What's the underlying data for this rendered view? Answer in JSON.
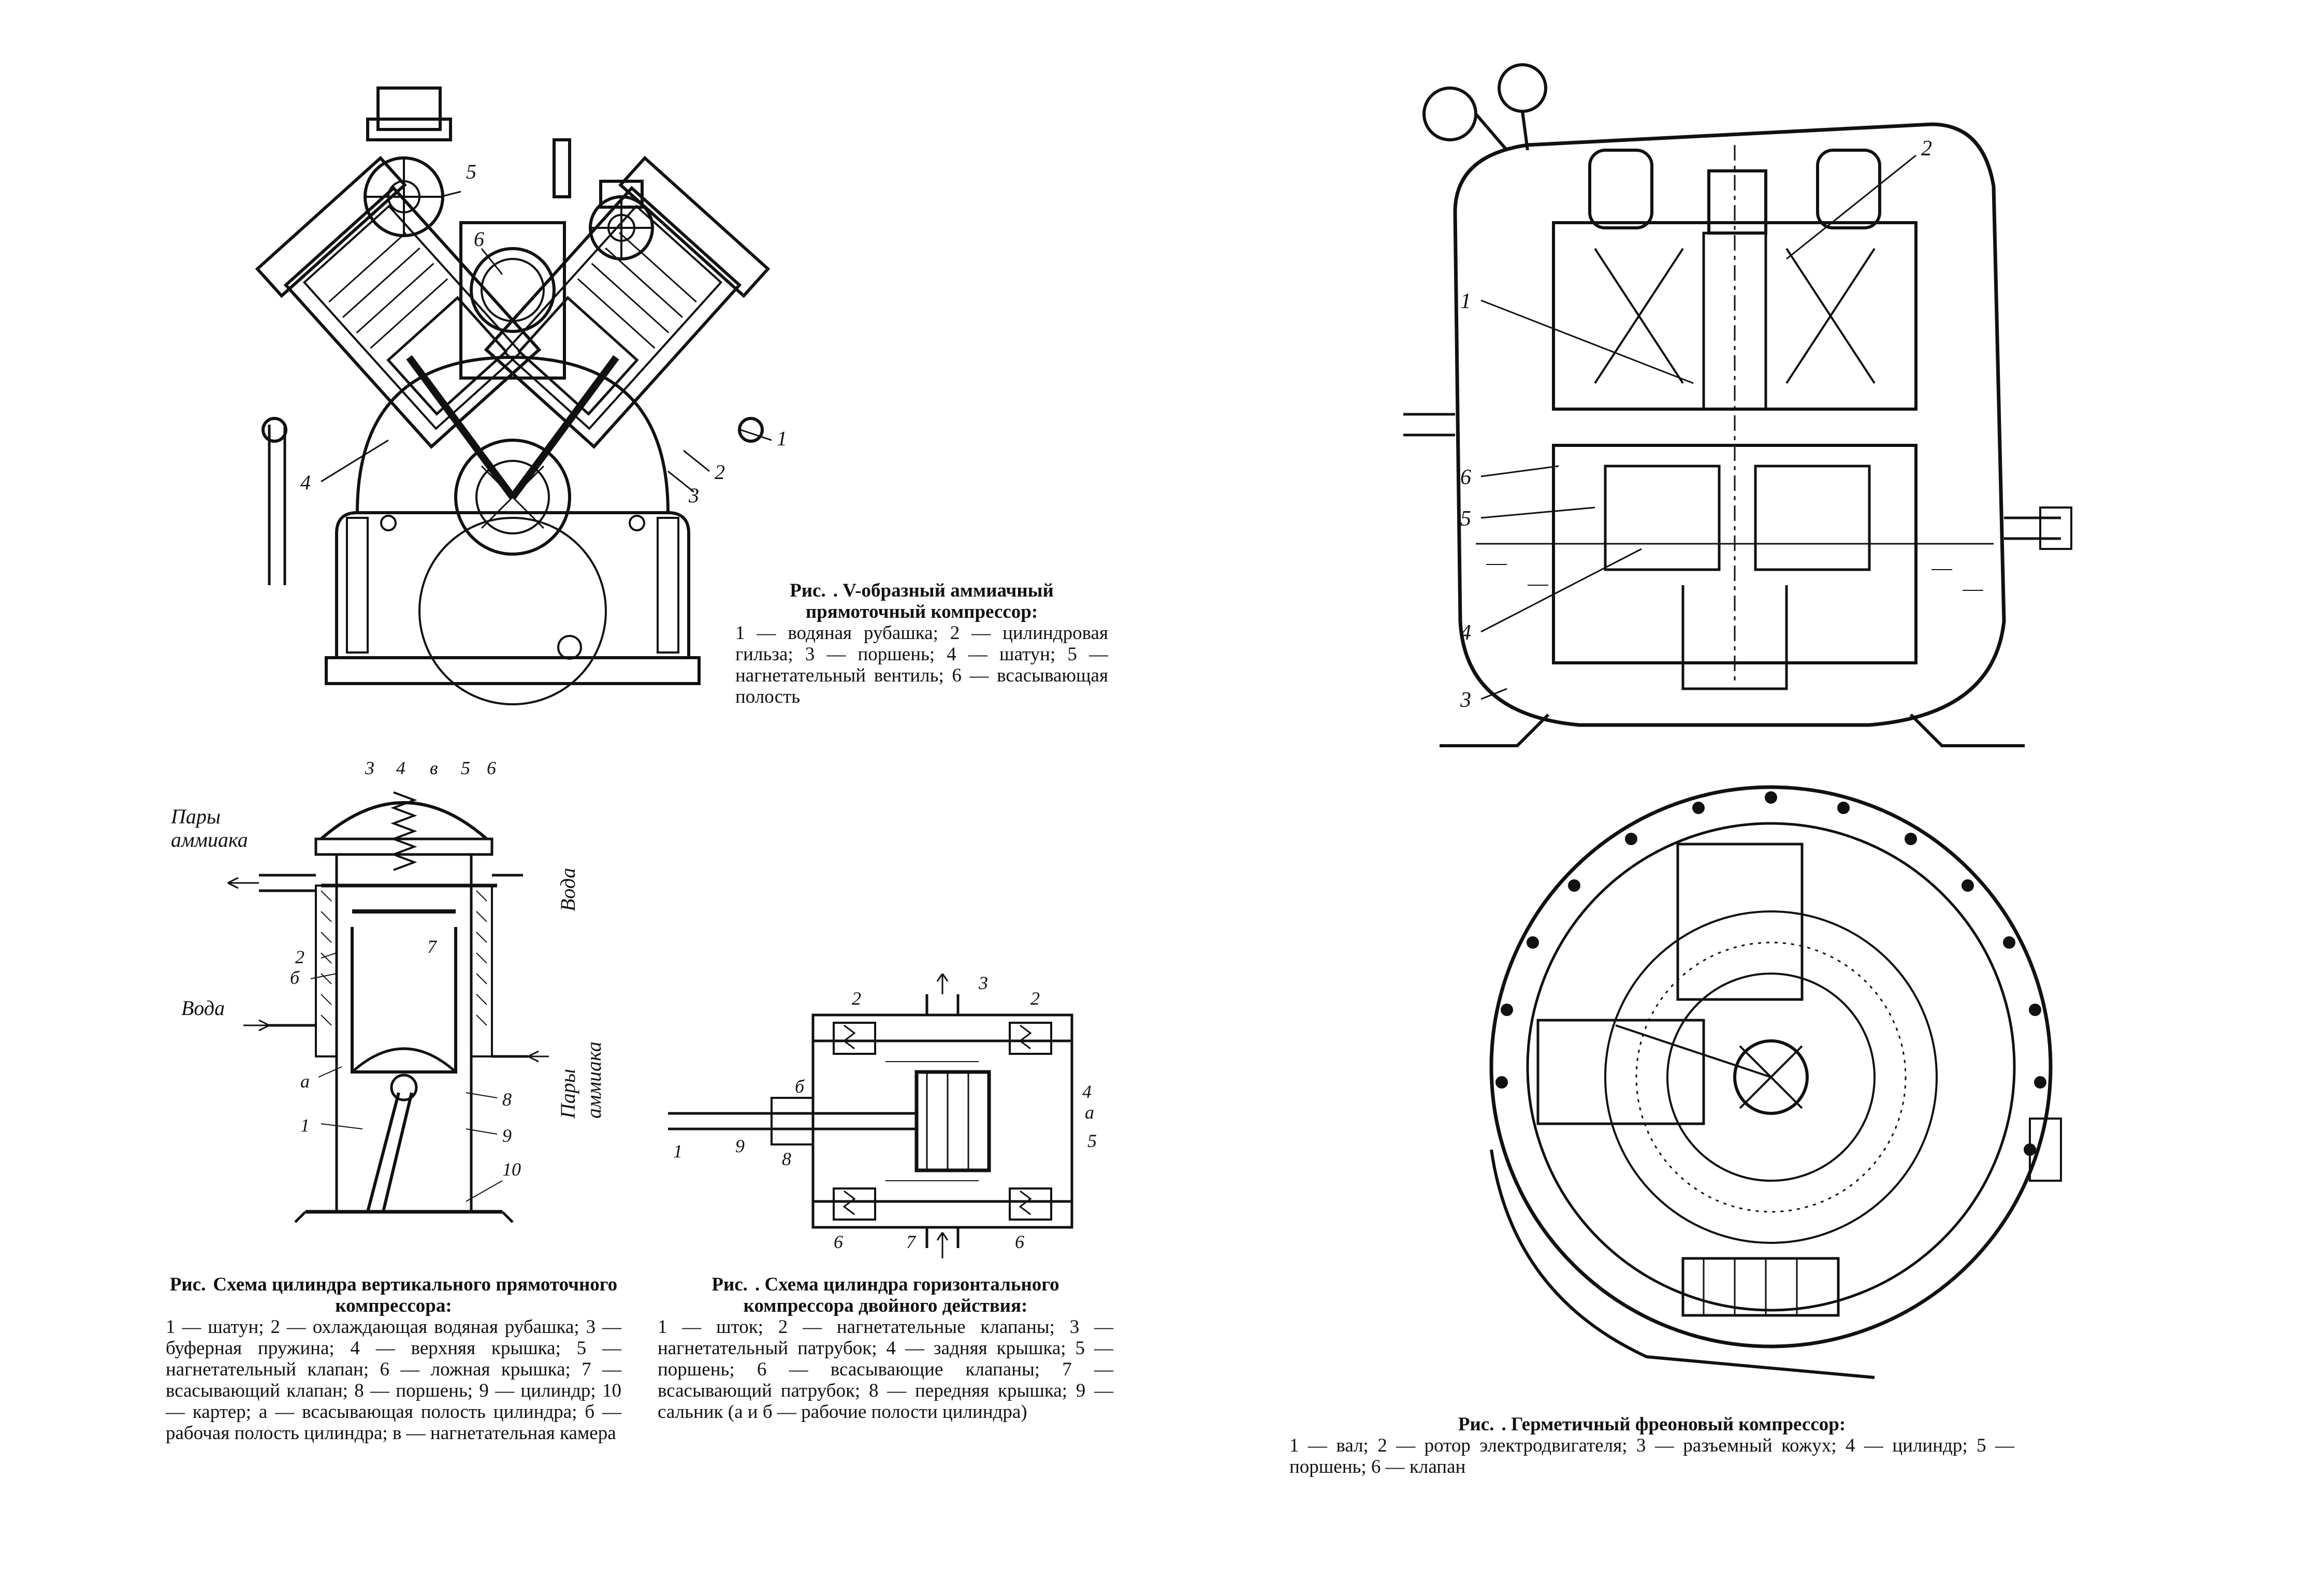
{
  "figures": [
    {
      "id": "v-compressor",
      "caption_label": "Рис.",
      "caption_title": ". V-образный аммиачный прямоточный компрессор:",
      "caption_body": "1 — водяная рубашка; 2 — цилиндровая гильза; 3 — поршень; 4 — шатун; 5 — нагнетательный вентиль; 6 — всасывающая полость",
      "callouts": [
        "1",
        "2",
        "3",
        "4",
        "5",
        "6"
      ]
    },
    {
      "id": "vertical-cylinder",
      "caption_label": "Рис.",
      "caption_title": "Схема цилиндра вертикального прямоточного компрессора:",
      "caption_body": "1 — шатун; 2 — охлаждающая водяная рубашка; 3 — буферная пружина; 4 — верхняя крышка; 5 — нагнетательный клапан; 6 — ложная крышка; 7 — всасывающий клапан; 8 — поршень; 9 — цилиндр; 10 — картер; а — всасывающая полость цилиндра; б — рабочая полость цилиндра; в — нагнетательная камера",
      "callouts": [
        "1",
        "2",
        "3",
        "4",
        "5",
        "6",
        "7",
        "8",
        "9",
        "10",
        "а",
        "б",
        "в"
      ],
      "flow_labels": {
        "ammonia_vapor_line1": "Пары",
        "ammonia_vapor_line2": "аммиака",
        "water": "Вода",
        "water_right": "Вода",
        "ammonia_vapor_right_line1": "Пары",
        "ammonia_vapor_right_line2": "аммиака"
      }
    },
    {
      "id": "horizontal-cylinder",
      "caption_label": "Рис.",
      "caption_title": ". Схема цилиндра горизонтального компрессора двойного действия:",
      "caption_body": "1 — шток; 2 — нагнетательные клапаны; 3 — нагнетательный патрубок; 4 — задняя крышка; 5 — поршень; 6 — всасывающие клапаны; 7 — всасывающий патрубок; 8 — передняя крышка; 9 — сальник (а и б — рабочие полости цилиндра)",
      "callouts": [
        "1",
        "2",
        "3",
        "4",
        "5",
        "6",
        "7",
        "8",
        "9",
        "а",
        "б"
      ]
    },
    {
      "id": "hermetic-compressor",
      "caption_label": "Рис.",
      "caption_title": ". Герметичный фреоновый компрессор:",
      "caption_body": "1 — вал; 2 — ротор электродвигателя; 3 — разъемный кожух; 4 — цилиндр; 5 — поршень; 6 — клапан",
      "callouts": [
        "1",
        "2",
        "3",
        "4",
        "5",
        "6"
      ]
    }
  ]
}
